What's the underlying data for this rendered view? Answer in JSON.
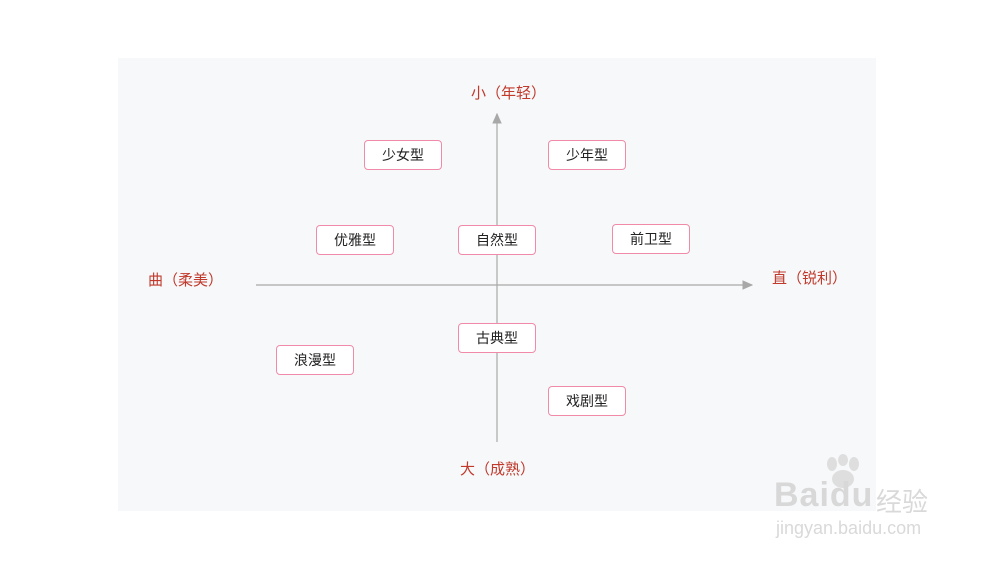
{
  "axes": {
    "top": "小（年轻）",
    "bottom": "大（成熟）",
    "left": "曲（柔美）",
    "right": "直（锐利）"
  },
  "types": {
    "shaonv": "少女型",
    "shaonian": "少年型",
    "youya": "优雅型",
    "ziran": "自然型",
    "qianwei": "前卫型",
    "gudian": "古典型",
    "langman": "浪漫型",
    "xiju": "戏剧型"
  },
  "watermark": {
    "brand": "Baidu",
    "suffix": "经验",
    "url": "jingyan.baidu.com"
  },
  "colors": {
    "axis_label": "#c0392b",
    "box_border": "#f08aa8",
    "axis_line": "#a8a8a8",
    "panel_bg": "#f7f8fa"
  }
}
